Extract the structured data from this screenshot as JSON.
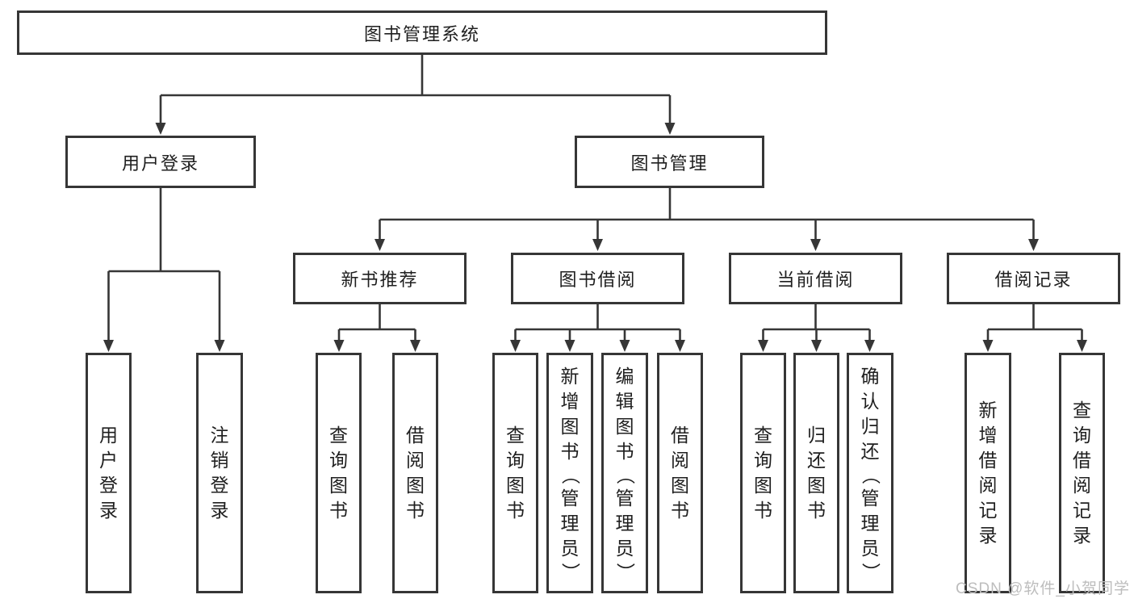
{
  "tree": {
    "root": {
      "label": "图书管理系统"
    },
    "level2": [
      {
        "label": "用户登录"
      },
      {
        "label": "图书管理"
      }
    ],
    "level3": [
      {
        "label": "新书推荐"
      },
      {
        "label": "图书借阅"
      },
      {
        "label": "当前借阅"
      },
      {
        "label": "借阅记录"
      }
    ],
    "leaves": [
      {
        "label": "用户登录"
      },
      {
        "label": "注销登录"
      },
      {
        "label": "查询图书"
      },
      {
        "label": "借阅图书"
      },
      {
        "label": "查询图书"
      },
      {
        "label": "新增图书（管理员）"
      },
      {
        "label": "编辑图书（管理员）"
      },
      {
        "label": "借阅图书"
      },
      {
        "label": "查询图书"
      },
      {
        "label": "归还图书"
      },
      {
        "label": "确认归还（管理员）"
      },
      {
        "label": "新增借阅记录"
      },
      {
        "label": "查询借阅记录"
      }
    ]
  },
  "watermark": {
    "text": "CSDN @软件_小贺同学",
    "color": "#bdbdbd"
  },
  "colors": {
    "line": "#363636",
    "border": "#363636",
    "text": "#1f1f1f",
    "background": "#ffffff"
  }
}
